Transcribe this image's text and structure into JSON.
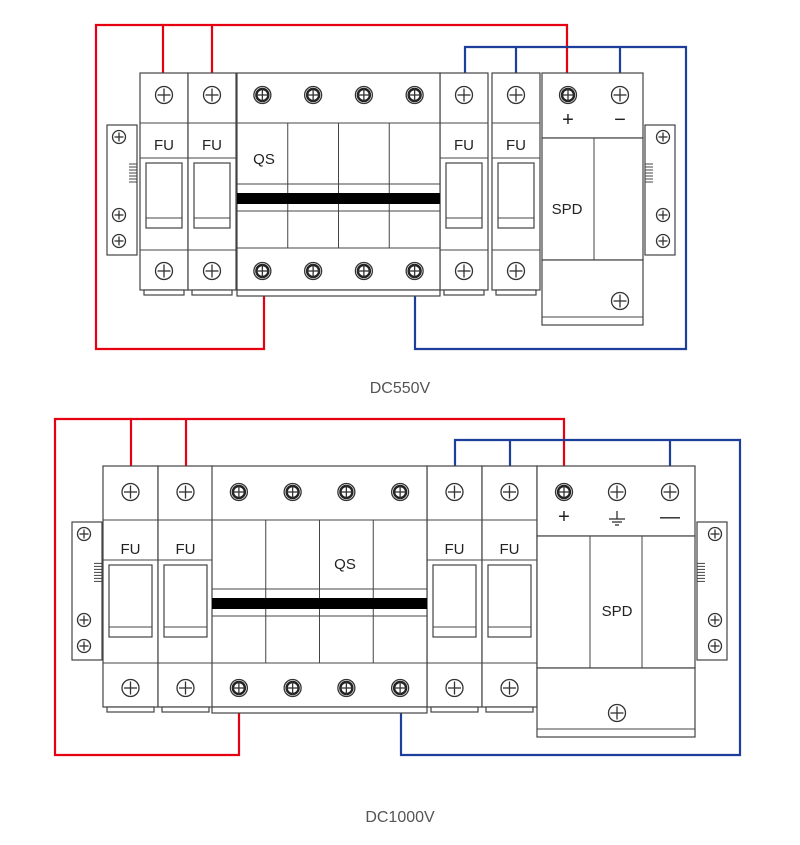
{
  "colors": {
    "positive_wire": "#e60012",
    "negative_wire": "#1d3f9b",
    "outline": "#444444",
    "bar": "#000000"
  },
  "icons": {
    "terminal": "screw-terminal-icon",
    "din_clip": "din-rail-clip-icon",
    "ground": "ground-icon"
  },
  "diagrams": [
    {
      "caption": "DC550V",
      "fuse_label": "FU",
      "breaker_label": "QS",
      "spd_label": "SPD",
      "plus_symbol": "+",
      "minus_symbol": "−"
    },
    {
      "caption": "DC1000V",
      "fuse_label": "FU",
      "breaker_label": "QS",
      "spd_label": "SPD",
      "plus_symbol": "+",
      "minus_symbol": "—"
    }
  ]
}
